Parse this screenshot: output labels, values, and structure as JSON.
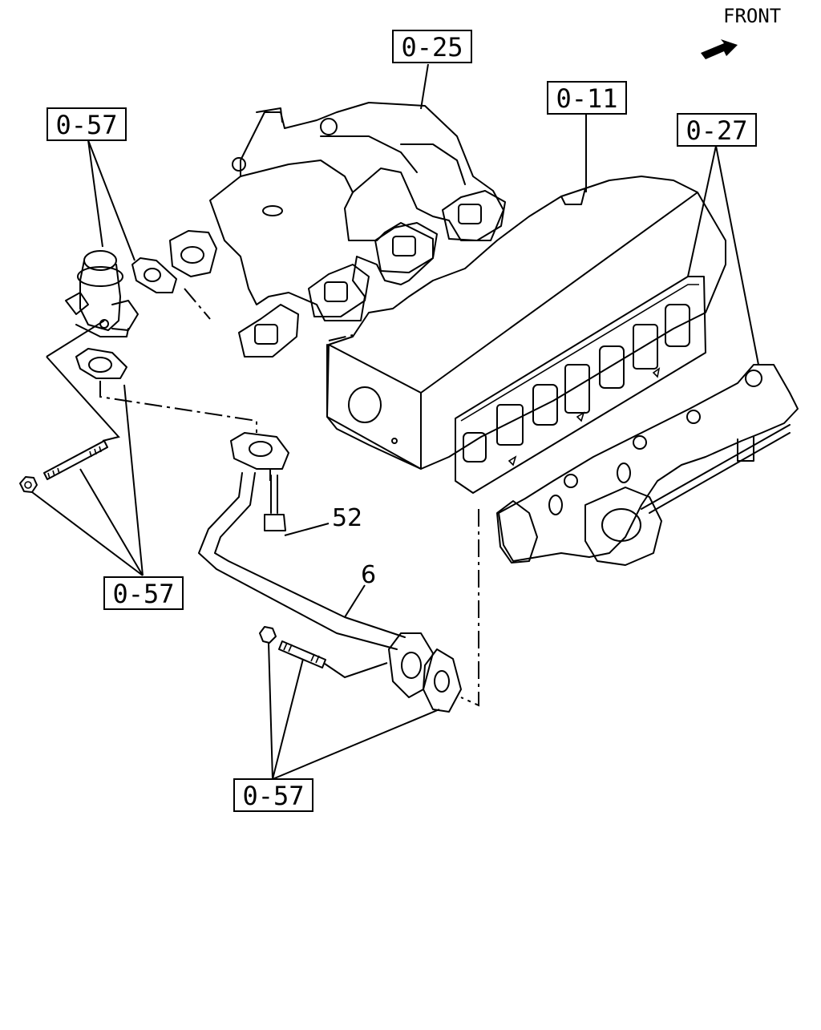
{
  "orientation": {
    "front_label": "FRONT"
  },
  "callouts": {
    "intake_manifold": "0-25",
    "cylinder_head": "0-11",
    "exhaust_manifold": "0-27",
    "egr_valve": "0-57",
    "lower_studs": "0-57",
    "flange_studs": "0-57"
  },
  "part_numbers": {
    "bolt": "52",
    "egr_pipe": "6"
  }
}
